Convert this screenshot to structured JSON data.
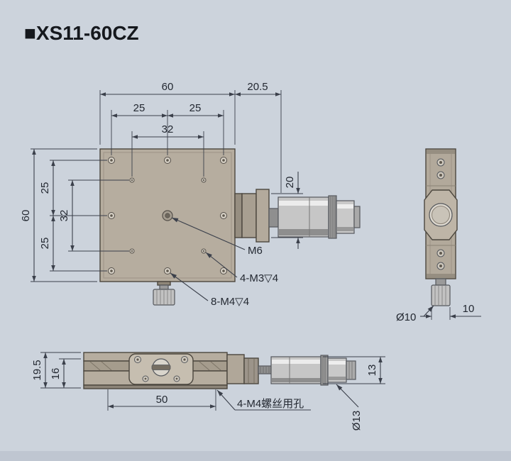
{
  "title": "■XS11-60CZ",
  "colors": {
    "background": "#ccd3dc",
    "body_beige": "#b6ad9f",
    "line": "#3b404b",
    "metal": "#c6c6c6"
  },
  "plan": {
    "top_width": "60",
    "micrometer_offset": "20.5",
    "hole_spacing_left": "25",
    "hole_spacing_right": "25",
    "m3_spacing_top": "32",
    "left_height": "60",
    "hole_spacing_top": "25",
    "m3_spacing_side": "32",
    "hole_spacing_bottom": "25",
    "micrometer_width": "20",
    "center_thread": "M6",
    "m3_callout": "4-M3▽4",
    "m4_callout": "8-M4▽4"
  },
  "side_view": {
    "knob_diameter": "Ø10",
    "knob_width": "10"
  },
  "front_view": {
    "total_height": "19.5",
    "body_height": "16",
    "hole_span": "50",
    "m4_callout": "4-M4螺丝用孔",
    "micrometer_height": "13",
    "micrometer_diameter": "Ø13"
  }
}
